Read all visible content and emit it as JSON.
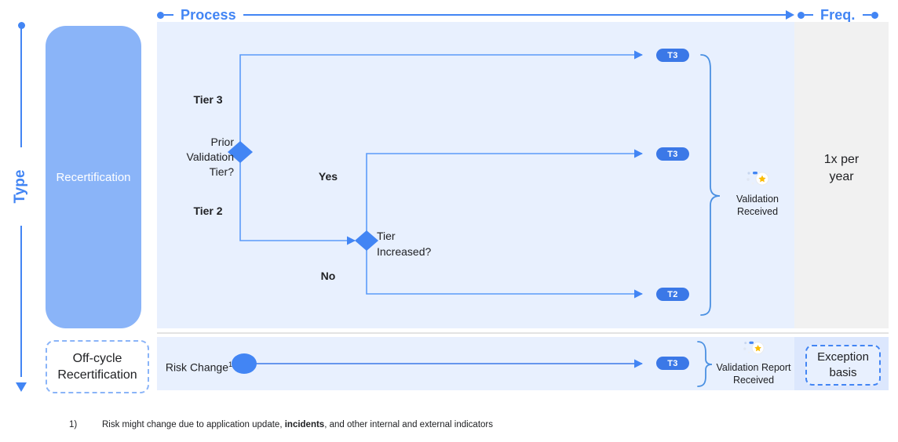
{
  "axes": {
    "process_label": "Process",
    "freq_label": "Freq.",
    "type_label": "Type"
  },
  "type_column": {
    "recertification": "Recertification",
    "off_cycle": "Off-cycle\nRecertification",
    "off_cycle_line1": "Off-cycle",
    "off_cycle_line2": "Recertification"
  },
  "frequency_column": {
    "main_line1": "1x per",
    "main_line2": "year",
    "exception_line1": "Exception",
    "exception_line2": "basis"
  },
  "flow": {
    "decision_1": {
      "question_line1": "Prior",
      "question_line2": "Validation",
      "question_line3": "Tier?",
      "branch_up": "Tier 3",
      "branch_down": "Tier 2"
    },
    "decision_2": {
      "question_line1": "Tier",
      "question_line2": "Increased?",
      "branch_up": "Yes",
      "branch_down": "No"
    },
    "start_bottom": "Risk Change",
    "start_bottom_superscript": "1"
  },
  "badges": {
    "t3_top": "T3",
    "t3_mid": "T3",
    "t2_bottom": "T2",
    "t3_bottom_row": "T3"
  },
  "outcomes": {
    "main_line1": "Validation",
    "main_line2": "Received",
    "bottom_line1": "Validation Report",
    "bottom_line2": "Received"
  },
  "footnote": {
    "marker": "1)",
    "text_part1": "Risk might change due to application update, ",
    "text_bold": "incidents",
    "text_part2": ", and other internal and external indicators"
  },
  "colors": {
    "accent_blue": "#4285f4",
    "light_blue_fill": "#8ab4f8",
    "panel_blue": "#e8f0fe",
    "panel_grey": "#f1f1f1",
    "badge_blue": "#3b78e7",
    "freq_bottom_blue": "#dce7fd",
    "text_dark": "#202124",
    "star_gold": "#fbbc04"
  }
}
